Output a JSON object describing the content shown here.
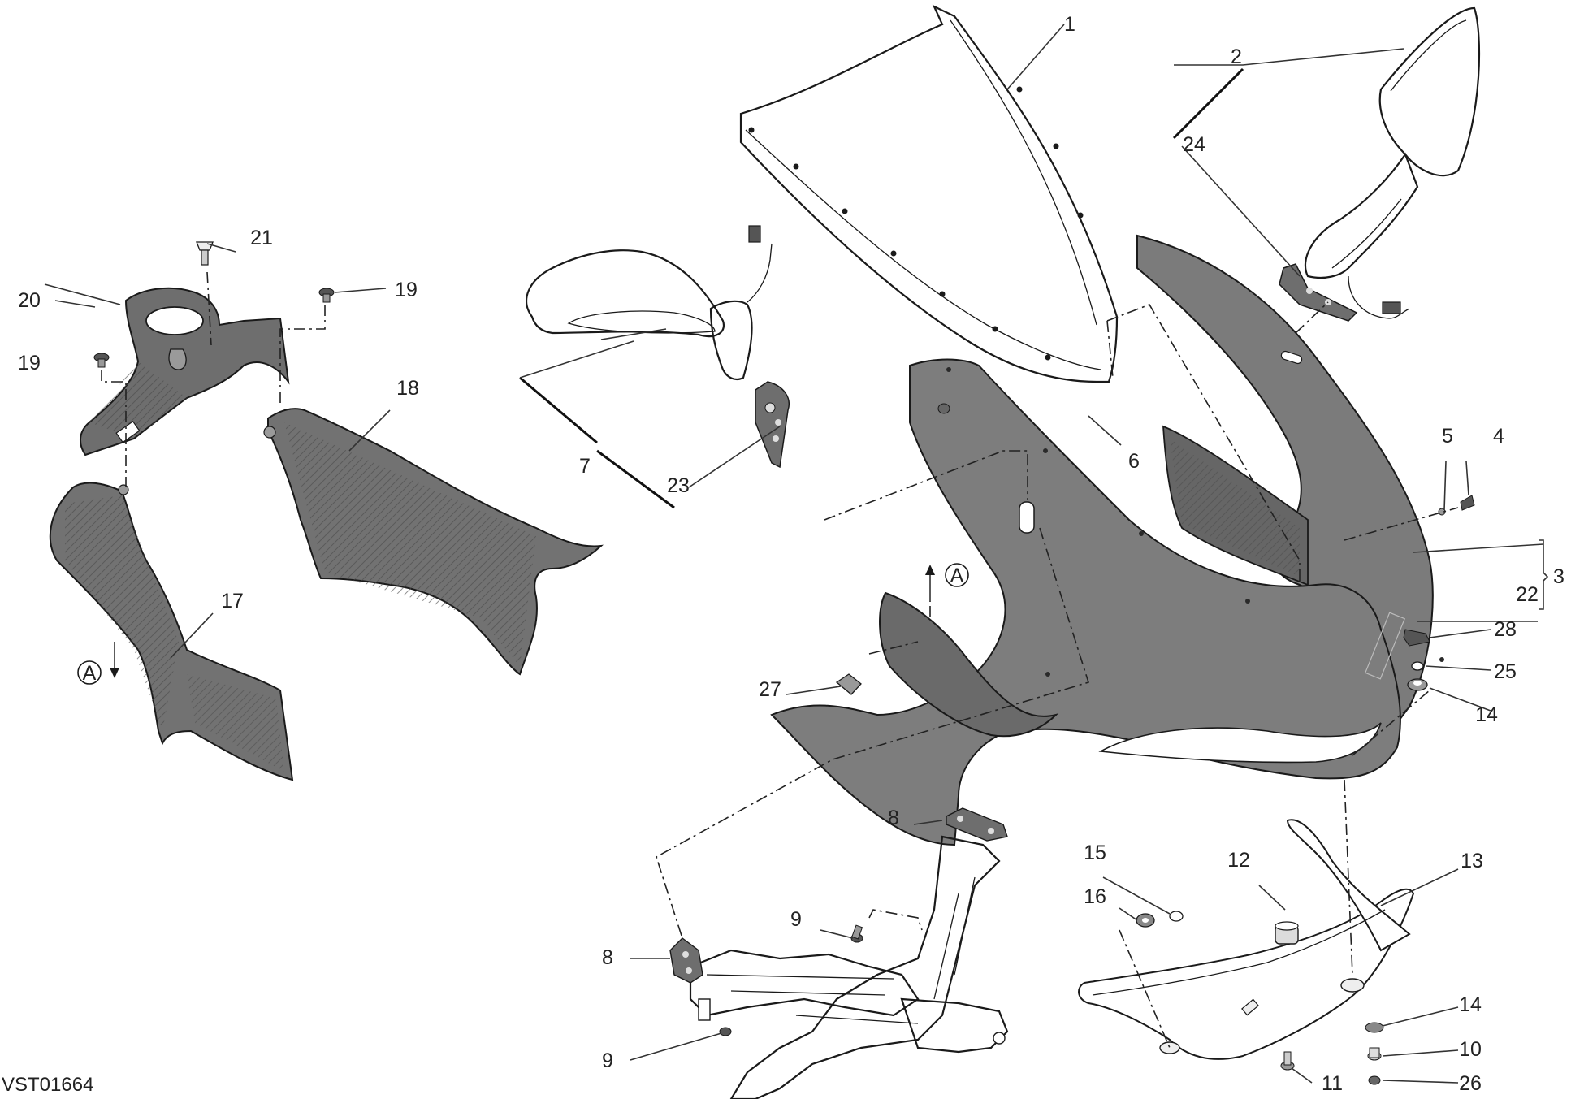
{
  "drawing": {
    "reference_code": "VST01664",
    "view_marker_letter": "A"
  },
  "callouts": [
    "1",
    "2",
    "3",
    "4",
    "5",
    "6",
    "7",
    "8",
    "8",
    "9",
    "9",
    "10",
    "11",
    "12",
    "13",
    "14",
    "14",
    "15",
    "16",
    "17",
    "18",
    "19",
    "19",
    "20",
    "21",
    "22",
    "23",
    "24",
    "25",
    "26",
    "27",
    "28"
  ],
  "colors": {
    "part_fill": "#7b7b7b",
    "part_fill_dark": "#5e5e5e",
    "line": "#1a1a1a",
    "background": "#ffffff"
  }
}
